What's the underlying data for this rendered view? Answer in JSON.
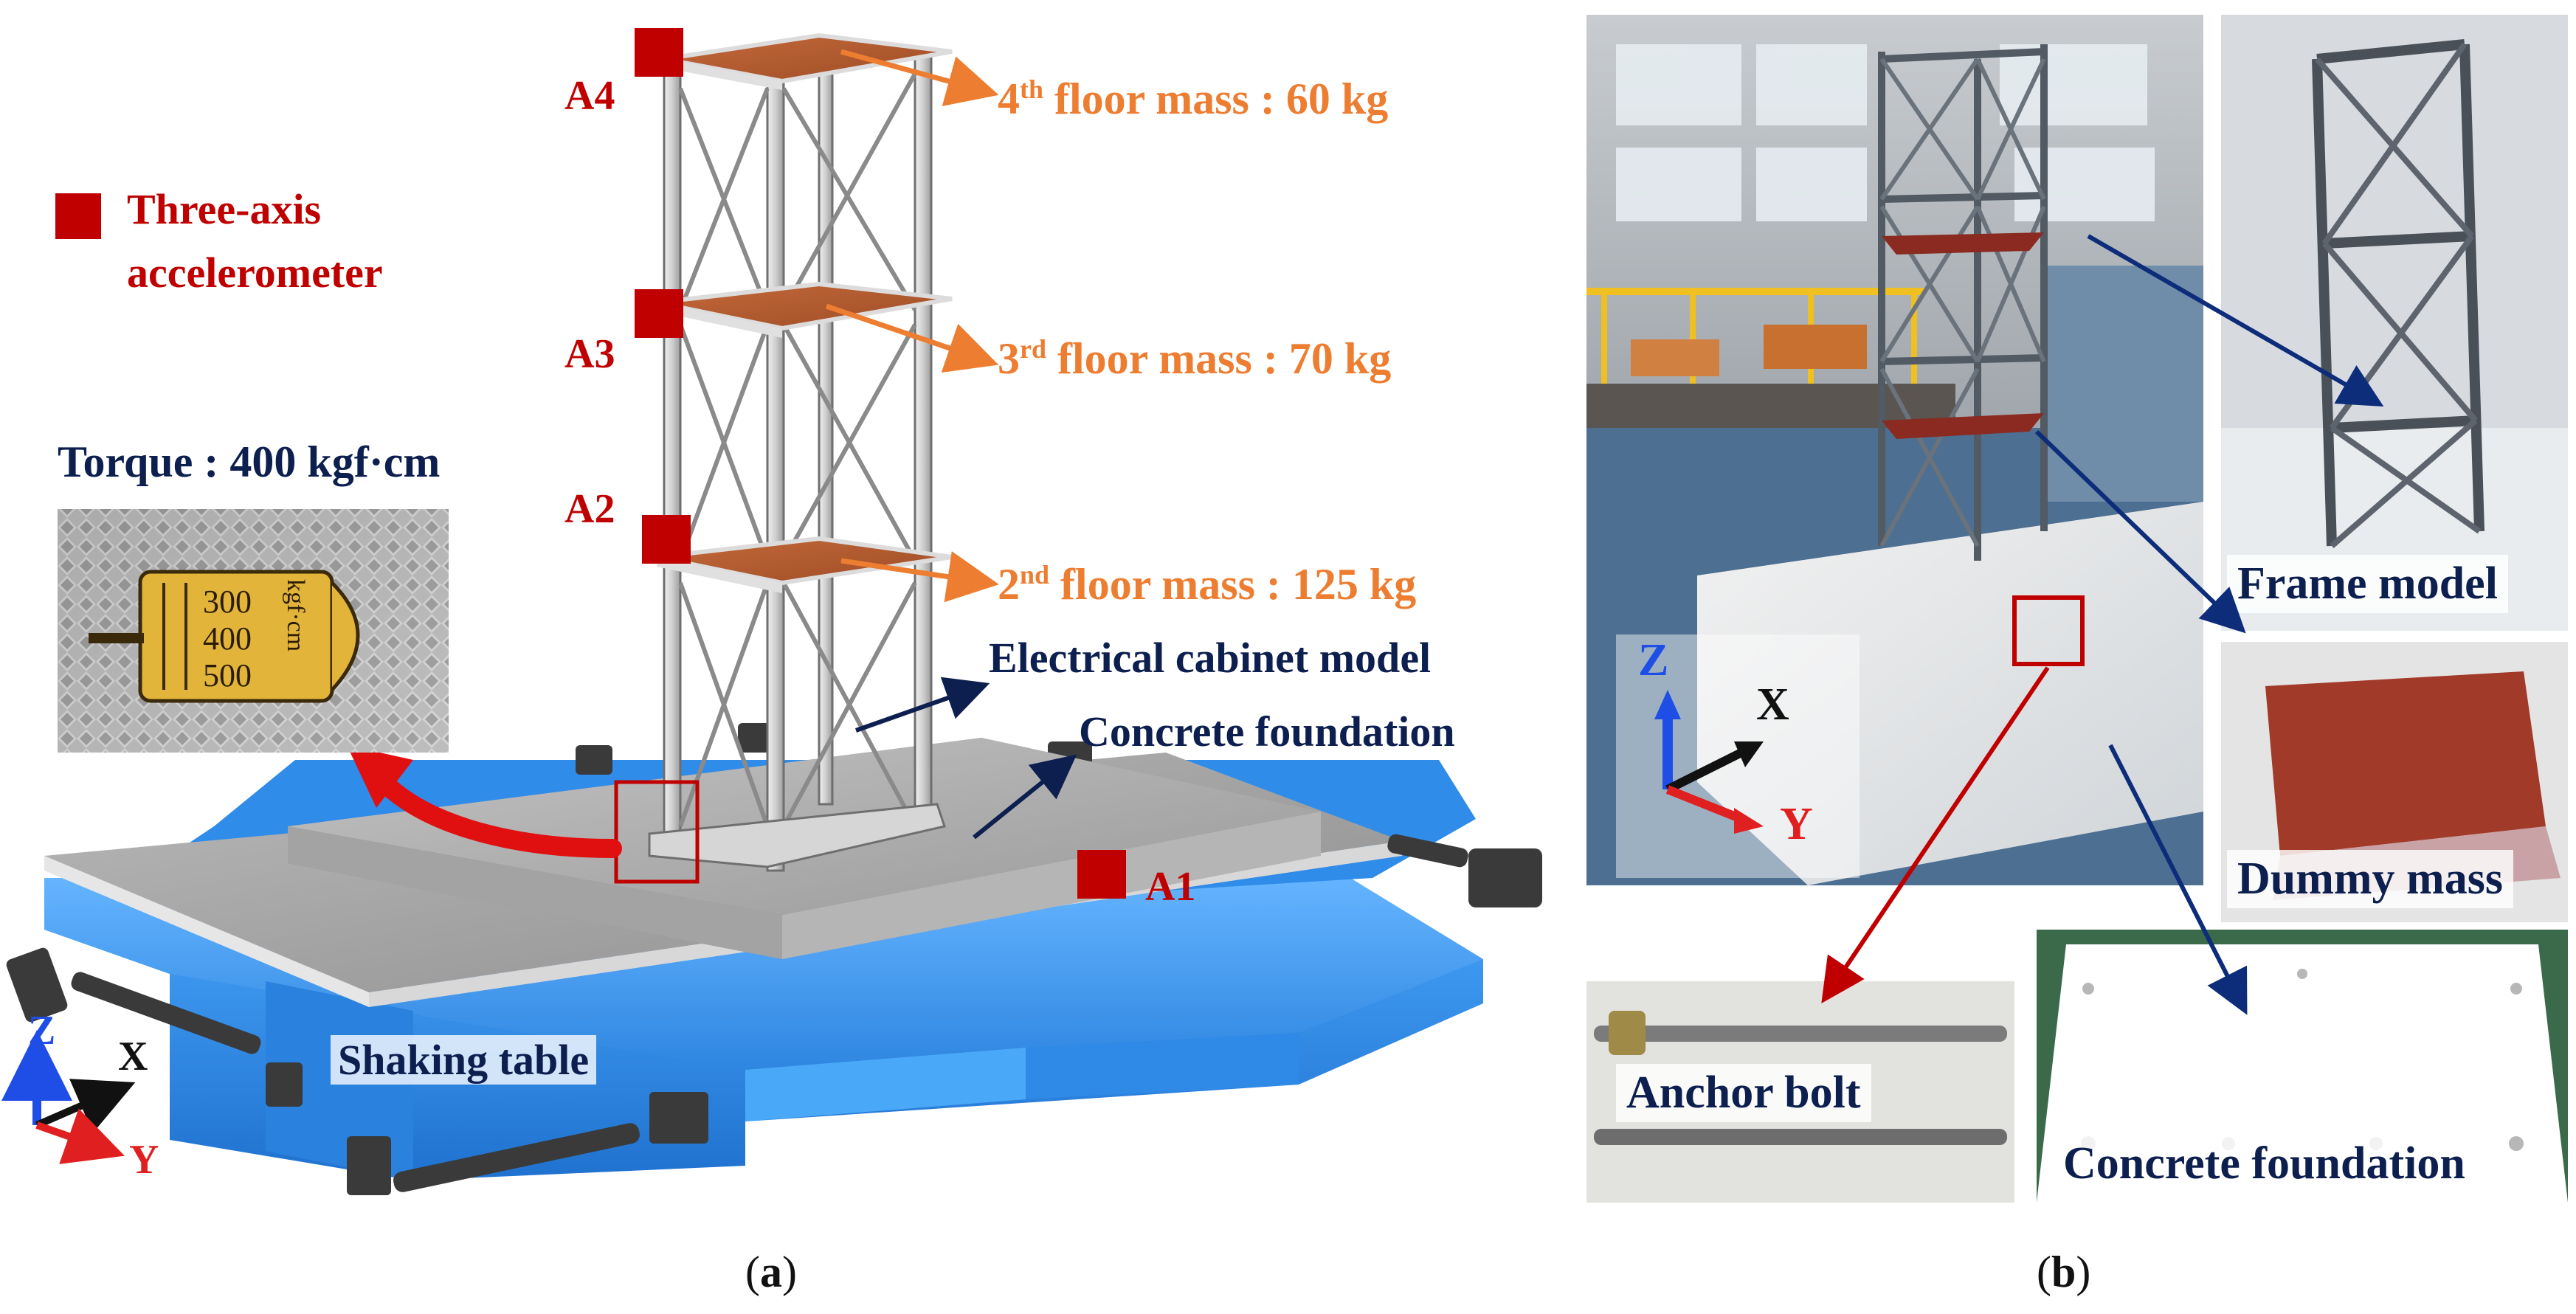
{
  "panel_a": {
    "legend_text_line1": "Three-axis",
    "legend_text_line2": "accelerometer",
    "torque_label": "Torque : 400 kgf·cm",
    "torque_marks": [
      "300",
      "400",
      "500",
      "kgf·cm"
    ],
    "sensors": [
      "A4",
      "A3",
      "A2",
      "A1"
    ],
    "floor4": {
      "base": "4",
      "sup": "th",
      "rest": " floor mass : 60 kg"
    },
    "floor3": {
      "base": "3",
      "sup": "rd",
      "rest": " floor mass : 70 kg"
    },
    "floor2": {
      "base": "2",
      "sup": "nd",
      "rest": " floor mass : 125 kg"
    },
    "cabinet_label": "Electrical cabinet model",
    "foundation_label": "Concrete foundation",
    "table_label": "Shaking table",
    "axes": {
      "z": "Z",
      "x": "X",
      "y": "Y"
    },
    "caption": "a"
  },
  "panel_b": {
    "axes": {
      "z": "Z",
      "x": "X",
      "y": "Y"
    },
    "frame_label": "Frame model",
    "dummy_label": "Dummy mass",
    "foundation_label": "Concrete foundation",
    "bolt_label": "Anchor bolt",
    "caption": "b"
  },
  "colors": {
    "sensor_red": "#c00000",
    "floor_orange": "#ed7d31",
    "navy": "#0d1f4f",
    "table_blue": "#3d9bf0",
    "axis_blue": "#1f4ee6",
    "axis_red": "#e02020"
  }
}
